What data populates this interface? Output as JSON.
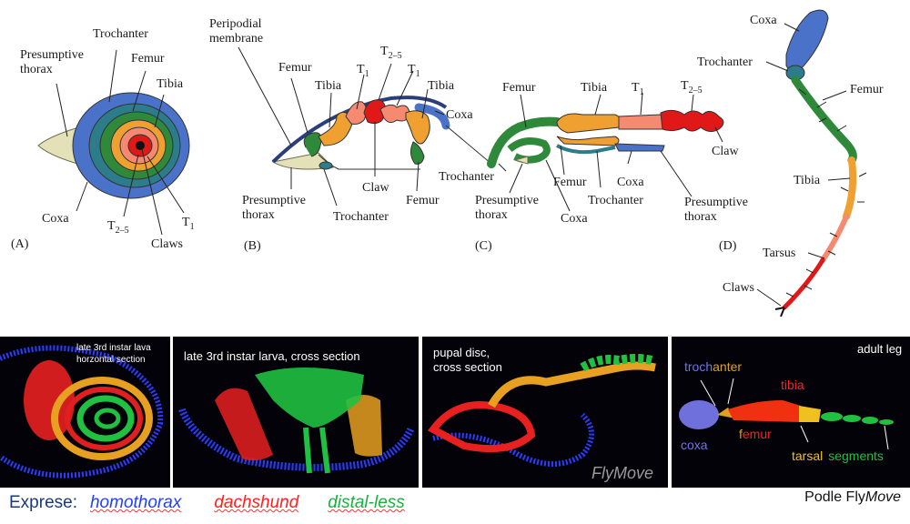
{
  "panels": {
    "A": {
      "letter": "(A)",
      "labels": {
        "presumptive_thorax": "Presumptive\nthorax",
        "trochanter": "Trochanter",
        "femur": "Femur",
        "tibia": "Tibia",
        "coxa": "Coxa",
        "t25": "T2–5",
        "claws": "Claws",
        "t1": "T1"
      }
    },
    "B": {
      "letter": "(B)",
      "labels": {
        "peripodial": "Peripodial\nmembrane",
        "femur_top": "Femur",
        "tibia_top": "Tibia",
        "t1": "T1",
        "t25": "T2–5",
        "t1b": "T1",
        "tibia_r": "Tibia",
        "coxa": "Coxa",
        "claw": "Claw",
        "femur_bot": "Femur",
        "presumptive_thorax": "Presumptive\nthorax",
        "trochanter": "Trochanter"
      }
    },
    "C": {
      "letter": "(C)",
      "labels": {
        "femur_top": "Femur",
        "tibia": "Tibia",
        "t1": "T1",
        "t25": "T2–5",
        "claw": "Claw",
        "trochanter_l": "Trochanter",
        "femur_b": "Femur",
        "coxa_b": "Coxa",
        "presumptive_thorax": "Presumptive\nthorax",
        "coxa_l": "Coxa",
        "trochanter_b": "Trochanter",
        "presumptive_thorax_r": "Presumptive\nthorax"
      }
    },
    "D": {
      "letter": "(D)",
      "labels": {
        "coxa": "Coxa",
        "trochanter": "Trochanter",
        "femur": "Femur",
        "tibia": "Tibia",
        "tarsus": "Tarsus",
        "claws": "Claws"
      }
    }
  },
  "photos": [
    {
      "caption": "late 3rd instar lava\nhorzontal section"
    },
    {
      "caption": "late 3rd instar larva, cross section"
    },
    {
      "caption": "pupal disc,\ncross section",
      "watermark": "FlyMove"
    },
    {
      "caption": "adult leg",
      "segments": {
        "trochanter": [
          "troch",
          "anter"
        ],
        "coxa": "coxa",
        "tibia": "tibia",
        "femur": [
          "f",
          "emur"
        ],
        "tarsal": "tarsal",
        "segments": "segments"
      }
    }
  ],
  "legend": {
    "prefix": "Exprese:",
    "genes": [
      "homothorax",
      "dachshund",
      "distal-less"
    ]
  },
  "credit": {
    "prefix": "Podle Fly",
    "italic": "Move"
  },
  "colors": {
    "homothorax": "#2040ff",
    "dachshund": "#ff2020",
    "distal_less": "#18b040",
    "coxa_blue": "#4a72c8",
    "trochanter_teal": "#2c7c8c",
    "femur_green": "#2e8a3a",
    "tibia_orange": "#f0a030",
    "t1_salmon": "#f58a70",
    "t25_red": "#e01818"
  }
}
